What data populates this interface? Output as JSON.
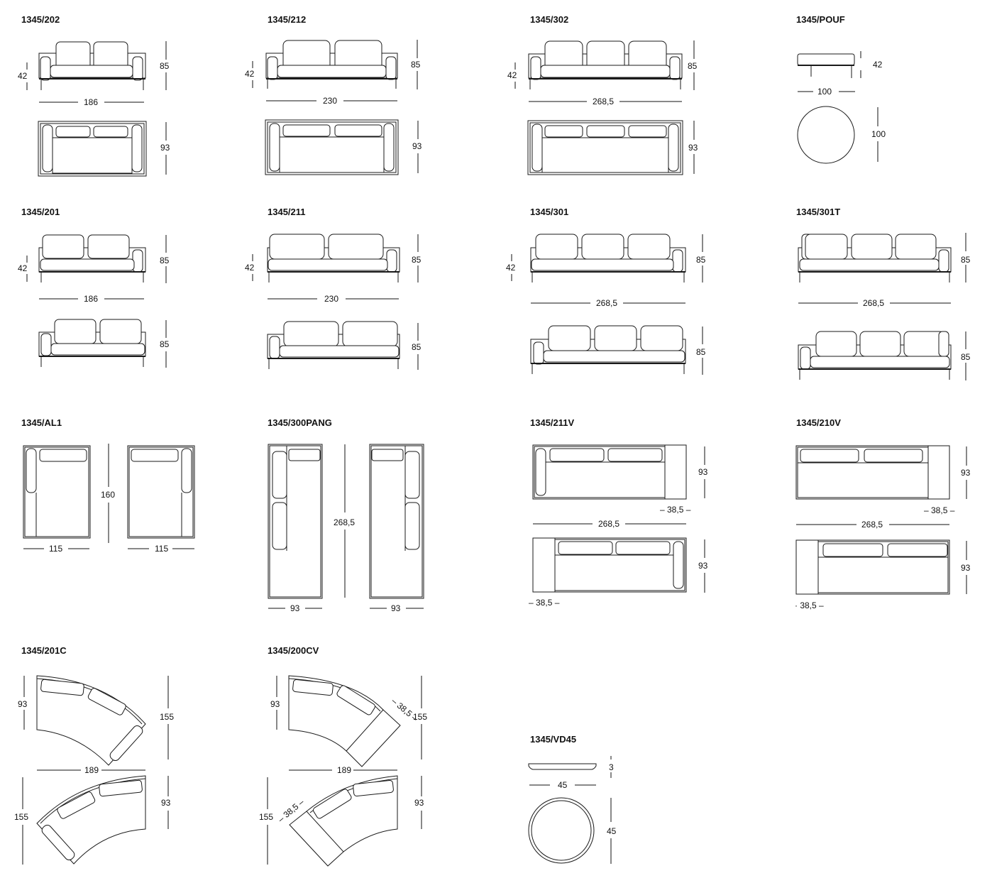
{
  "models": [
    {
      "code": "1345/202",
      "dims": [
        "42",
        "85",
        "186",
        "93"
      ]
    },
    {
      "code": "1345/212",
      "dims": [
        "42",
        "85",
        "230",
        "93"
      ]
    },
    {
      "code": "1345/302",
      "dims": [
        "42",
        "85",
        "268,5",
        "93"
      ]
    },
    {
      "code": "1345/POUF",
      "dims": [
        "42",
        "100",
        "100"
      ]
    },
    {
      "code": "1345/201",
      "dims": [
        "42",
        "85",
        "186",
        "85"
      ]
    },
    {
      "code": "1345/211",
      "dims": [
        "42",
        "85",
        "230",
        "85"
      ]
    },
    {
      "code": "1345/301",
      "dims": [
        "42",
        "85",
        "268,5",
        "85"
      ]
    },
    {
      "code": "1345/301T",
      "dims": [
        "85",
        "268,5",
        "85"
      ]
    },
    {
      "code": "1345/AL1",
      "dims": [
        "160",
        "115",
        "115"
      ]
    },
    {
      "code": "1345/300PANG",
      "dims": [
        "268,5",
        "93",
        "93"
      ]
    },
    {
      "code": "1345/211V",
      "dims": [
        "93",
        "– 38,5 –",
        "268,5",
        "93",
        "– 38,5 –"
      ]
    },
    {
      "code": "1345/210V",
      "dims": [
        "93",
        "– 38,5 –",
        "268,5",
        "93",
        "· 38,5 –"
      ]
    },
    {
      "code": "1345/201C",
      "dims": [
        "93",
        "155",
        "189",
        "155",
        "93"
      ]
    },
    {
      "code": "1345/200CV",
      "dims": [
        "93",
        "– 38,5 –",
        "155",
        "189",
        "155",
        "– 38,5 –",
        "93"
      ]
    },
    {
      "code": "1345/VD45",
      "dims": [
        "3",
        "45",
        "45"
      ]
    }
  ]
}
